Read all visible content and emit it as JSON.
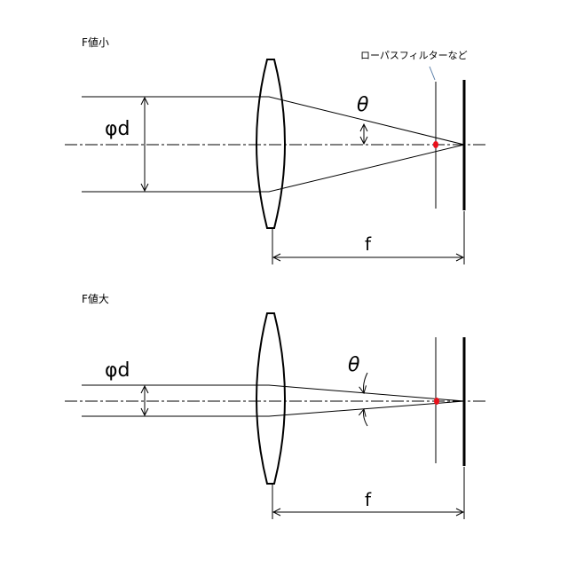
{
  "top": {
    "title": "F値小",
    "diameter_label": "φd",
    "angle_label": "θ",
    "focal_label": "f",
    "filter_label": "ローパスフィルターなど"
  },
  "bottom": {
    "title": "F値大",
    "diameter_label": "φd",
    "angle_label": "θ",
    "focal_label": "f"
  },
  "colors": {
    "focus_point": "#e8101a",
    "leader": "#5a7fa8",
    "line": "#000000"
  }
}
